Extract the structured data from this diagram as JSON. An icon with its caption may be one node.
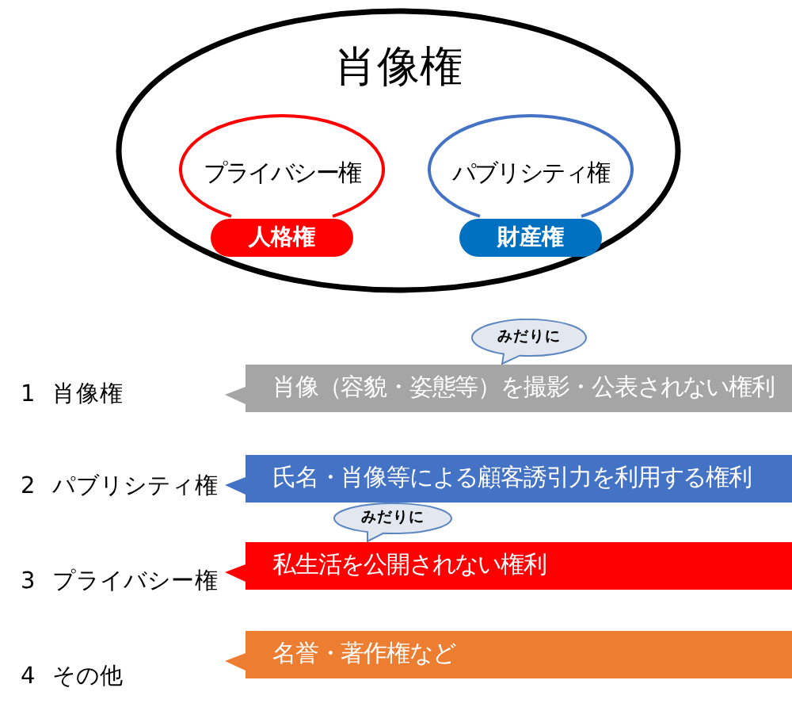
{
  "diagram": {
    "nodes": [
      {
        "text": [
          "肖像権"
        ]
      },
      {
        "text": [
          "プライバシー権"
        ],
        "in": 0
      },
      {
        "text": [
          "人格権"
        ],
        "in": 0
      },
      {
        "text": [
          "パブリシティ権"
        ],
        "in": 0
      },
      {
        "text": [
          "財産権"
        ],
        "in": 0
      },
      {
        "text": [
          "みだりに"
        ]
      },
      {
        "text": [
          "肖像（容貌・姿態等）を撮影・公表されない権利"
        ]
      },
      {
        "text": [
          "氏名・肖像等による顧客誘引力を利用する権利"
        ]
      },
      {
        "text": [
          "みだりに"
        ]
      },
      {
        "text": [
          "私生活を公開されない権利"
        ]
      },
      {
        "text": [
          "名誉・著作権など"
        ]
      }
    ],
    "labels": [
      "1 肖像権",
      "2 パブリシティ権",
      "3 プライバシー権",
      "4 その他"
    ]
  }
}
